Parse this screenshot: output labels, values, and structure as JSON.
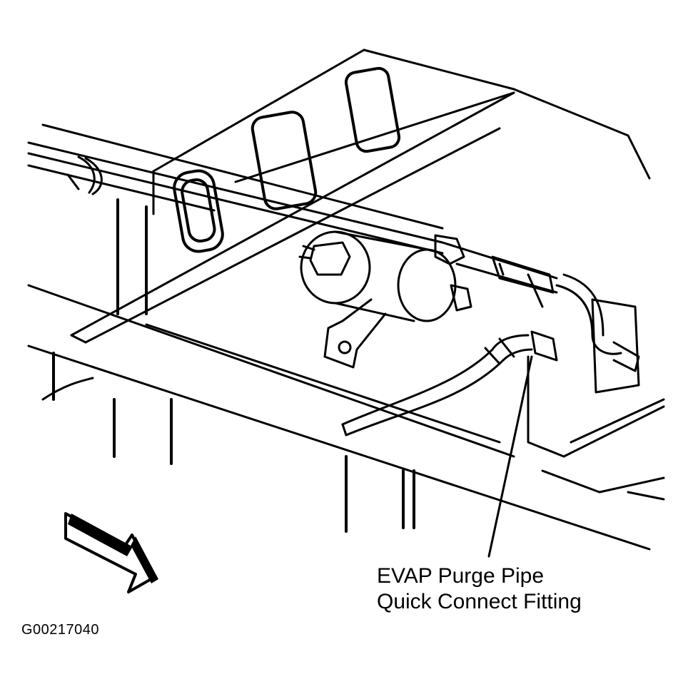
{
  "diagram": {
    "callout": {
      "line1": "EVAP Purge Pipe",
      "line2": "Quick Connect Fitting"
    },
    "figure_id": "G00217040",
    "colors": {
      "ink": "#000000",
      "paper": "#ffffff"
    },
    "icons": [
      "direction-arrow-icon"
    ]
  }
}
